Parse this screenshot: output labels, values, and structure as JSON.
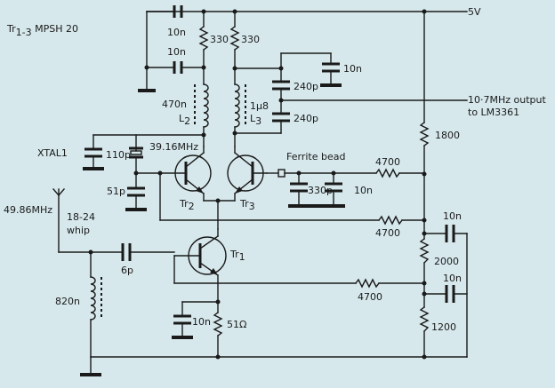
{
  "header": {
    "transistor_prefix": "Tr",
    "transistor_range": "1-3",
    "transistor_type": "MPSH 20"
  },
  "supply": "5V",
  "output": {
    "line1": "10·7MHz output",
    "line2": "to LM3361"
  },
  "antenna": {
    "freq": "49.86MHz",
    "len": "18-24",
    "type": "whip"
  },
  "crystal": {
    "name": "XTAL1",
    "freq": "39.16MHz"
  },
  "transistors": {
    "prefix": "Tr",
    "tr1": "1",
    "tr2": "2",
    "tr3": "3"
  },
  "inductors": {
    "l2_value": "470n",
    "l2_prefix": "L",
    "l2_sub": "2",
    "l3_value": "1µ8",
    "l3_prefix": "L",
    "l3_sub": "3",
    "input": "820n"
  },
  "ferrite": "Ferrite bead",
  "values": {
    "c_top1": "10n",
    "c_top2": "10n",
    "r330_a": "330",
    "r330_b": "330",
    "c_10n_topright": "10n",
    "c_240p_a": "240p",
    "c_240p_b": "240p",
    "c_110p": "110p",
    "c_51p": "51p",
    "r4700_a": "4700",
    "c_330p": "330p",
    "c_10n_out": "10n",
    "r1800": "1800",
    "r4700_b": "4700",
    "c_10n_r1": "10n",
    "r2000": "2000",
    "c_10n_r2": "10n",
    "r4700_c": "4700",
    "r1200": "1200",
    "c_6p": "6p",
    "c_10n_em": "10n",
    "r_em": "51Ω"
  }
}
